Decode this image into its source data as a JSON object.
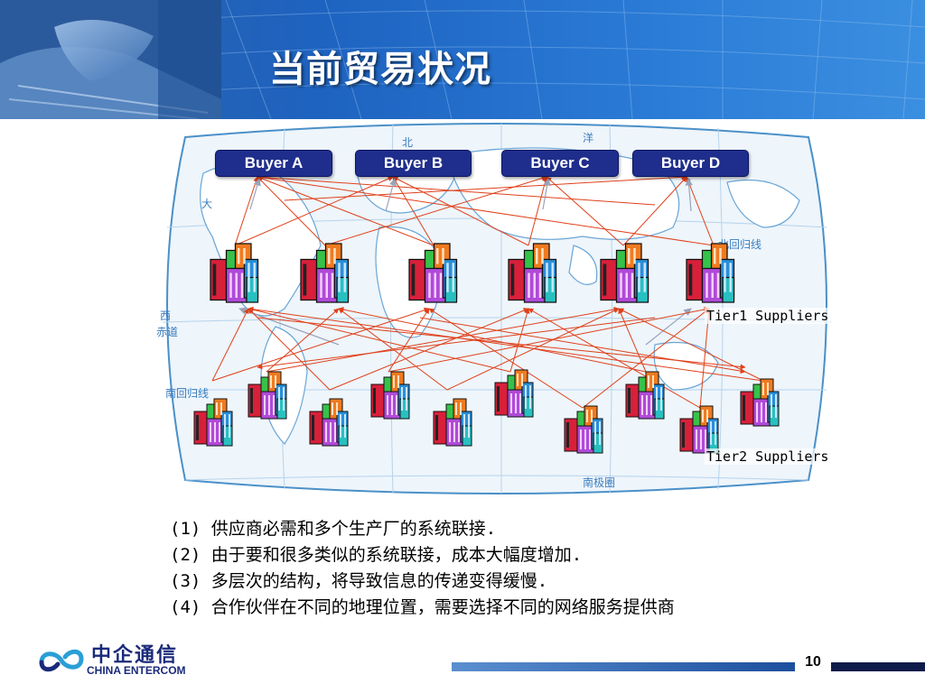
{
  "slide": {
    "title": "当前贸易状况",
    "page_number": "10"
  },
  "buyers": [
    {
      "label": "Buyer A"
    },
    {
      "label": "Buyer B"
    },
    {
      "label": "Buyer C"
    },
    {
      "label": "Buyer D"
    }
  ],
  "tiers": {
    "tier1_label": "Tier1 Suppliers",
    "tier2_label": "Tier2 Suppliers"
  },
  "bullets": [
    "(1) 供应商必需和多个生产厂的系统联接.",
    "(2) 由于要和很多类似的系统联接，成本大幅度增加.",
    "(3) 多层次的结构，将导致信息的传递变得缓慢.",
    "(4) 合作伙伴在不同的地理位置，需要选择不同的网络服务提供商"
  ],
  "logo": {
    "name_cn": "中企通信",
    "name_en": "CHINA ENTERCOM"
  },
  "map_labels": {
    "north_pacific": "北",
    "ocean": "洋",
    "tropic_north": "北回归线",
    "equator": "赤道",
    "tropic_south": "南回归线",
    "antarctic": "南极圈",
    "west": "西",
    "big": "大"
  },
  "colors": {
    "header_blue": "#1e63c0",
    "buyer_navy": "#1f2e8c",
    "arrow_red": "#e0401a",
    "arrow_gray": "#9aa3b8",
    "map_line": "#4a90c8"
  }
}
